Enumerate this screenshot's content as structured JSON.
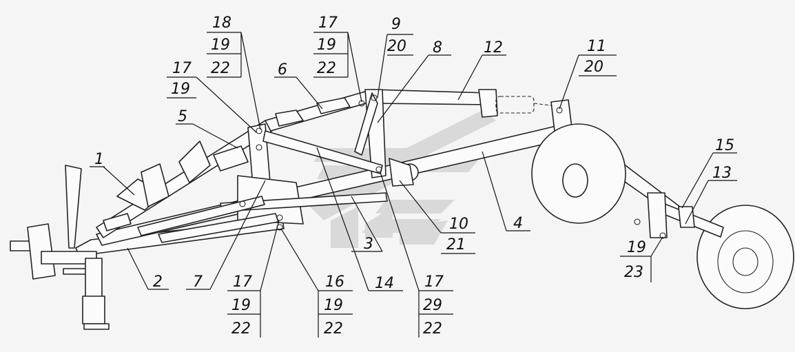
{
  "diagram": {
    "callouts": [
      {
        "id": "c1",
        "lines": [
          "1"
        ]
      },
      {
        "id": "c2",
        "lines": [
          "2"
        ]
      },
      {
        "id": "c3",
        "lines": [
          "3"
        ]
      },
      {
        "id": "c4",
        "lines": [
          "4"
        ]
      },
      {
        "id": "c5",
        "lines": [
          "5"
        ]
      },
      {
        "id": "c6",
        "lines": [
          "6"
        ]
      },
      {
        "id": "c7",
        "lines": [
          "7"
        ]
      },
      {
        "id": "c8",
        "lines": [
          "8"
        ]
      },
      {
        "id": "c9",
        "lines": [
          "9",
          "20"
        ]
      },
      {
        "id": "c10",
        "lines": [
          "10",
          "21"
        ]
      },
      {
        "id": "c11",
        "lines": [
          "11",
          "20"
        ]
      },
      {
        "id": "c12",
        "lines": [
          "12"
        ]
      },
      {
        "id": "c13",
        "lines": [
          "13"
        ]
      },
      {
        "id": "c14",
        "lines": [
          "14"
        ]
      },
      {
        "id": "c15",
        "lines": [
          "15"
        ]
      },
      {
        "id": "c16",
        "lines": [
          "16",
          "19",
          "22"
        ]
      },
      {
        "id": "c17a",
        "lines": [
          "17",
          "19"
        ]
      },
      {
        "id": "c17b",
        "lines": [
          "17",
          "19",
          "22"
        ]
      },
      {
        "id": "c17c",
        "lines": [
          "17",
          "19",
          "22"
        ]
      },
      {
        "id": "c17d",
        "lines": [
          "17",
          "29",
          "22"
        ]
      },
      {
        "id": "c18",
        "lines": [
          "18",
          "19",
          "22"
        ]
      },
      {
        "id": "c19",
        "lines": [
          "19",
          "23"
        ]
      }
    ]
  }
}
